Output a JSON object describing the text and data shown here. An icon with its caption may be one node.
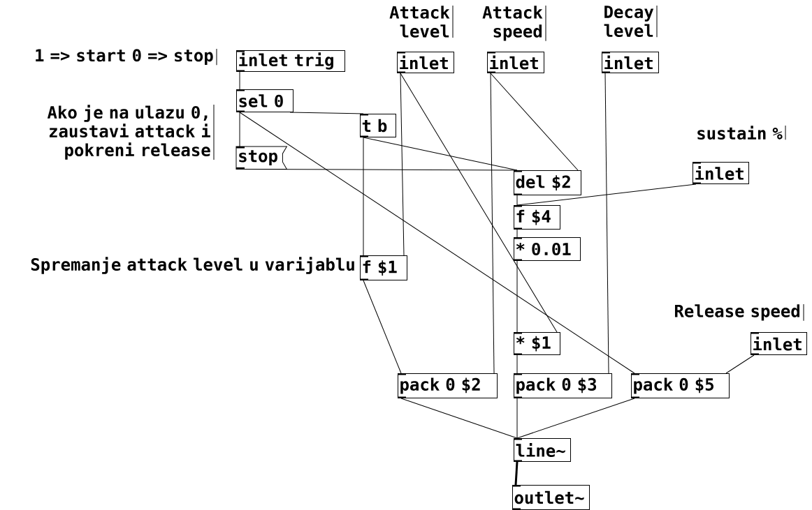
{
  "diagram": {
    "nodes": [
      {
        "text": [
          "inlet trig"
        ]
      },
      {
        "text": [
          "inlet"
        ],
        "beside": [
          "Attack level"
        ]
      },
      {
        "text": [
          "inlet"
        ],
        "beside": [
          "Attack speed"
        ]
      },
      {
        "text": [
          "inlet"
        ],
        "beside": [
          "Decay level"
        ]
      },
      {
        "text": [
          "sel 0"
        ]
      },
      {
        "text": [
          "t b"
        ]
      },
      {
        "text": [
          "stop"
        ]
      },
      {
        "text": [
          "inlet"
        ],
        "beside": [
          "sustain %"
        ]
      },
      {
        "text": [
          "del $2"
        ]
      },
      {
        "text": [
          "f $4"
        ]
      },
      {
        "text": [
          "* 0.01"
        ]
      },
      {
        "text": [
          "f $1"
        ]
      },
      {
        "text": [
          "* $1"
        ]
      },
      {
        "text": [
          "inlet"
        ],
        "beside": [
          "Release speed"
        ]
      },
      {
        "text": [
          "pack 0 $2"
        ]
      },
      {
        "text": [
          "pack 0 $3"
        ]
      },
      {
        "text": [
          "pack 0 $5"
        ]
      },
      {
        "text": [
          "line~"
        ]
      },
      {
        "text": [
          "outlet~"
        ]
      }
    ],
    "edges": [
      {
        "from": 0,
        "to": 4,
        "arrow": "none"
      },
      {
        "from": 4,
        "to": 6,
        "arrow": "none"
      },
      {
        "from": 4,
        "to": 16,
        "arrow": "none"
      },
      {
        "from": 4,
        "to": 5,
        "arrow": "none"
      },
      {
        "from": 5,
        "to": 11,
        "arrow": "none"
      },
      {
        "from": 5,
        "to": 8,
        "arrow": "none"
      },
      {
        "from": 6,
        "to": 8,
        "arrow": "none"
      },
      {
        "from": 1,
        "to": 11,
        "arrow": "none"
      },
      {
        "from": 1,
        "to": 12,
        "arrow": "none"
      },
      {
        "from": 2,
        "to": 14,
        "arrow": "none"
      },
      {
        "from": 2,
        "to": 8,
        "arrow": "none"
      },
      {
        "from": 3,
        "to": 15,
        "arrow": "none"
      },
      {
        "from": 8,
        "to": 9,
        "arrow": "none"
      },
      {
        "from": 7,
        "to": 9,
        "arrow": "none"
      },
      {
        "from": 9,
        "to": 10,
        "arrow": "none"
      },
      {
        "from": 10,
        "to": 12,
        "arrow": "none"
      },
      {
        "from": 12,
        "to": 15,
        "arrow": "none"
      },
      {
        "from": 11,
        "to": 14,
        "arrow": "none"
      },
      {
        "from": 13,
        "to": 16,
        "arrow": "none"
      },
      {
        "from": 14,
        "to": 17,
        "arrow": "none"
      },
      {
        "from": 15,
        "to": 17,
        "arrow": "none"
      },
      {
        "from": 16,
        "to": 17,
        "arrow": "none"
      },
      {
        "from": 17,
        "to": 18,
        "arrow": "none",
        "style": "thick"
      }
    ],
    "labels": [
      "1 => start 0 => stop",
      "Ako je na ulazu 0, zaustavi attack i pokreni release",
      "Spremanje attack level u varijablu"
    ]
  }
}
